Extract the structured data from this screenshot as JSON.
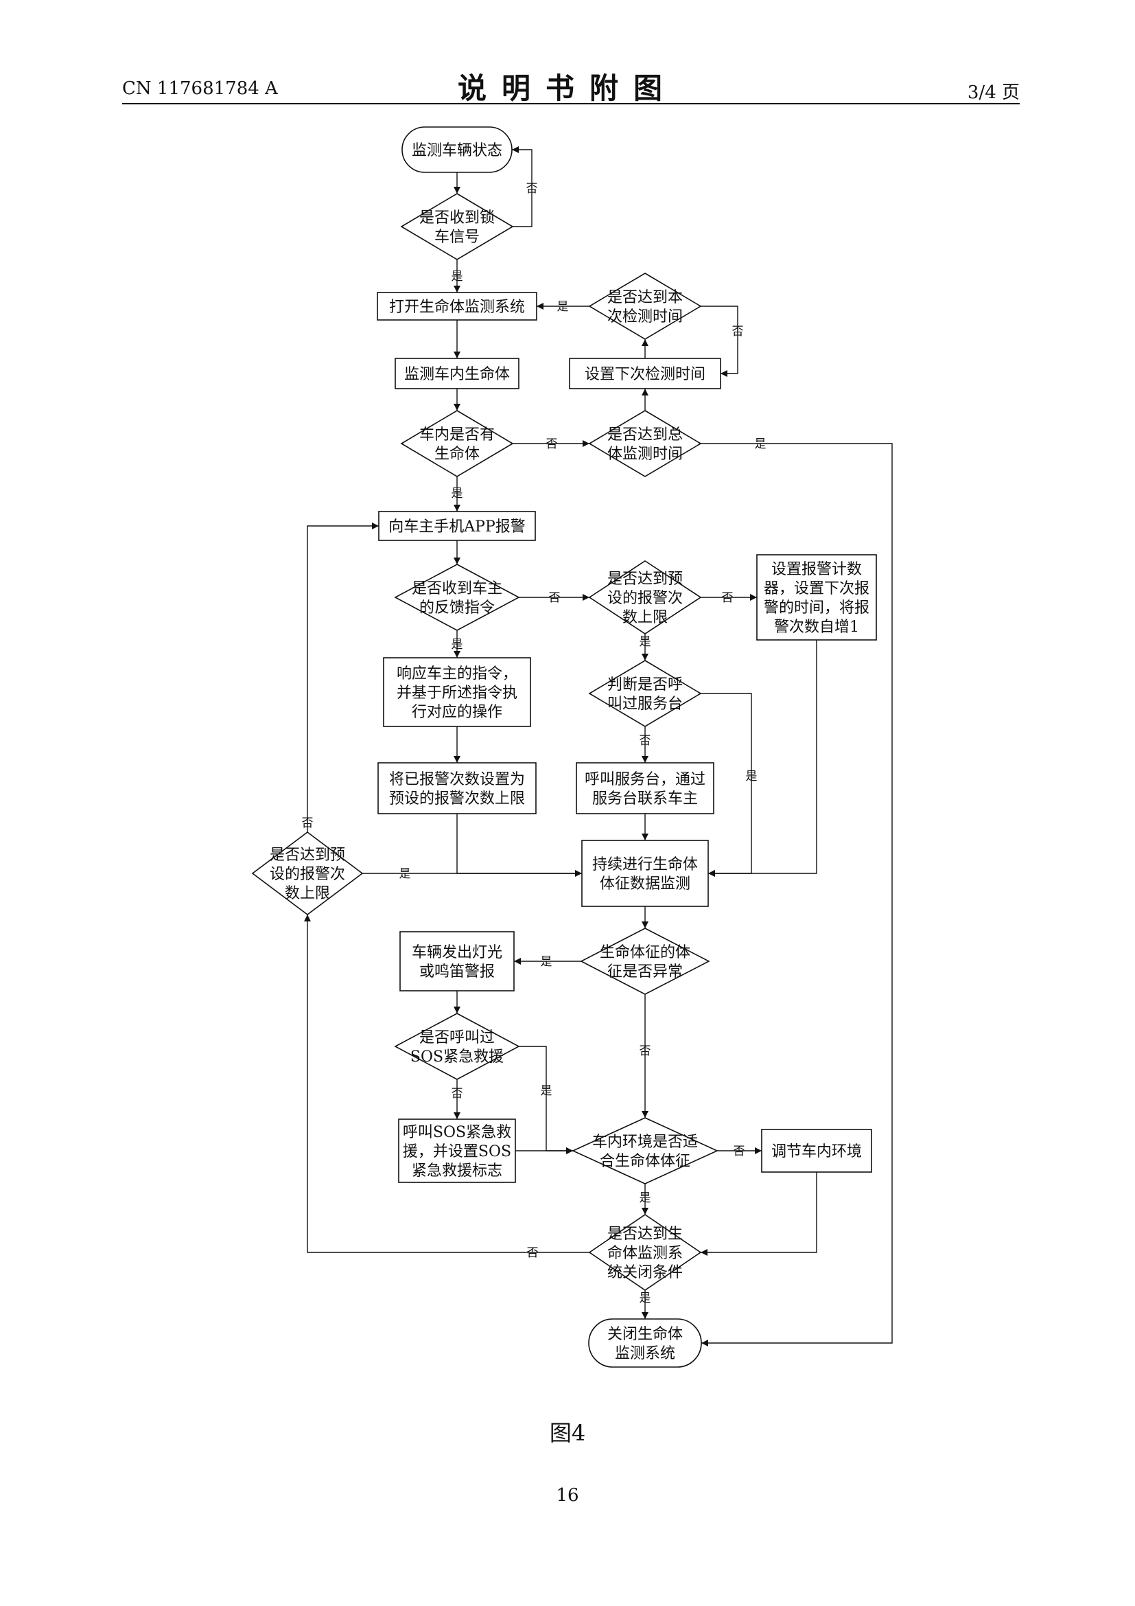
{
  "header": {
    "doc_id": "CN 117681784 A",
    "title": "说明书附图",
    "page": "3/4 页"
  },
  "diagram": {
    "nodes": [
      {
        "id": "start",
        "lines": [
          "监测车辆状态"
        ]
      },
      {
        "id": "d_lock",
        "lines": [
          "是否收到锁",
          "车信号"
        ]
      },
      {
        "id": "open_sys",
        "lines": [
          "打开生命体监测系统"
        ]
      },
      {
        "id": "d_time",
        "lines": [
          "是否达到本",
          "次检测时间"
        ]
      },
      {
        "id": "monitor_life",
        "lines": [
          "监测车内生命体"
        ]
      },
      {
        "id": "set_next",
        "lines": [
          "设置下次检测时间"
        ]
      },
      {
        "id": "d_has_life",
        "lines": [
          "车内是否有",
          "生命体"
        ]
      },
      {
        "id": "d_total",
        "lines": [
          "是否达到总",
          "体监测时间"
        ]
      },
      {
        "id": "alarm_app",
        "lines": [
          "向车主手机APP报警"
        ]
      },
      {
        "id": "d_feedback",
        "lines": [
          "是否收到车主",
          "的反馈指令"
        ]
      },
      {
        "id": "d_limit_mid",
        "lines": [
          "是否达到预",
          "设的报警次",
          "数上限"
        ]
      },
      {
        "id": "set_counter",
        "lines": [
          "设置报警计数",
          "器，设置下次报",
          "警的时间，将报",
          "警次数自增1"
        ]
      },
      {
        "id": "respond",
        "lines": [
          "响应车主的指令，",
          "并基于所述指令执",
          "行对应的操作"
        ]
      },
      {
        "id": "d_called",
        "lines": [
          "判断是否呼",
          "叫过服务台"
        ]
      },
      {
        "id": "set_limit",
        "lines": [
          "将已报警次数设置为",
          "预设的报警次数上限"
        ]
      },
      {
        "id": "call_service",
        "lines": [
          "呼叫服务台，通过",
          "服务台联系车主"
        ]
      },
      {
        "id": "d_limit_left",
        "lines": [
          "是否达到预",
          "设的报警次",
          "数上限"
        ]
      },
      {
        "id": "vital",
        "lines": [
          "持续进行生命体",
          "体征数据监测"
        ]
      },
      {
        "id": "light_horn",
        "lines": [
          "车辆发出灯光",
          "或鸣笛警报"
        ]
      },
      {
        "id": "d_abnormal",
        "lines": [
          "生命体征的体",
          "征是否异常"
        ]
      },
      {
        "id": "d_sos",
        "lines": [
          "是否呼叫过",
          "SOS紧急救援"
        ]
      },
      {
        "id": "call_sos",
        "lines": [
          "呼叫SOS紧急救",
          "援，并设置SOS",
          "紧急救援标志"
        ]
      },
      {
        "id": "d_env",
        "lines": [
          "车内环境是否适",
          "合生命体体征"
        ]
      },
      {
        "id": "adjust_env",
        "lines": [
          "调节车内环境"
        ]
      },
      {
        "id": "d_close",
        "lines": [
          "是否达到生",
          "命体监测系",
          "统关闭条件"
        ]
      },
      {
        "id": "end",
        "lines": [
          "关闭生命体",
          "监测系统"
        ]
      }
    ],
    "edge_labels": {
      "yes": "是",
      "no": "否"
    }
  },
  "caption": "图4",
  "page_number": "16"
}
